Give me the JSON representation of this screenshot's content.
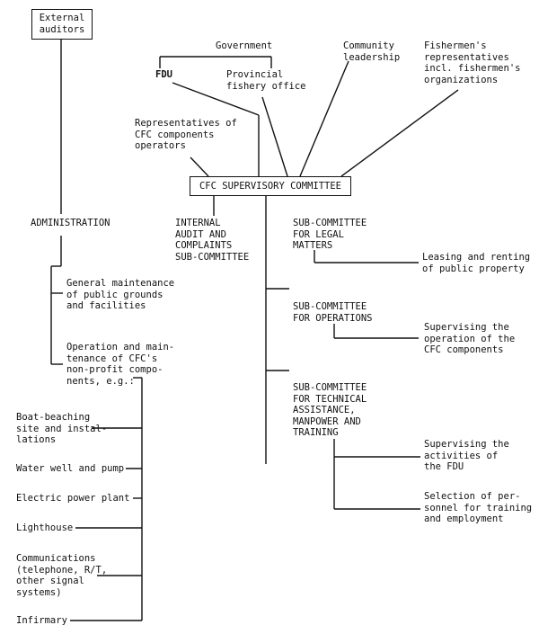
{
  "nodes": {
    "external_auditors": "External\nauditors",
    "government": "Government",
    "fdu": "FDU",
    "provincial_fishery_office": "Provincial\nfishery office",
    "community_leadership": "Community\nleadership",
    "fishermens_reps": "Fishermen's\nrepresentatives\nincl. fishermen's\norganizations",
    "cfc_reps": "Representatives of\nCFC components\noperators",
    "supervisory_committee": "CFC SUPERVISORY COMMITTEE",
    "administration": "ADMINISTRATION",
    "internal_audit": "INTERNAL\nAUDIT AND\nCOMPLAINTS\nSUB-COMMITTEE",
    "legal_matters": "SUB-COMMITTEE\nFOR LEGAL\nMATTERS",
    "leasing": "Leasing and renting\nof public property",
    "operations": "SUB-COMMITTEE\nFOR OPERATIONS",
    "supervising_ops": "Supervising the\noperation of the\nCFC components",
    "technical": "SUB-COMMITTEE\nFOR TECHNICAL\nASSISTANCE,\nMANPOWER AND\nTRAINING",
    "supervising_fdu": "Supervising the\nactivities of\nthe FDU",
    "selection": "Selection of per-\nsonnel for training\nand employment",
    "general_maintenance": "General maintenance\nof public grounds\nand facilities",
    "operation_maintenance": "Operation and main-\ntenance of CFC's\nnon-profit compo-\nnents, e.g.:"
  },
  "components": [
    "Boat-beaching\nsite and instal-\nlations",
    "Water well and pump",
    "Electric power plant",
    "Lighthouse",
    "Communications\n(telephone, R/T,\nother signal\nsystems)",
    "Infirmary"
  ]
}
